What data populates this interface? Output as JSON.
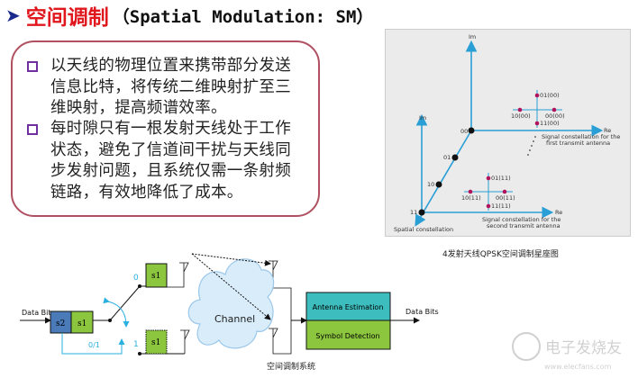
{
  "title": {
    "arrow": "➤",
    "cn": "空间调制",
    "en": "（Spatial Modulation: SM）"
  },
  "bullets": [
    "以天线的物理位置来携带部分发送信息比特，将传统二维映射扩至三维映射，提高频谱效率。",
    "每时隙只有一根发射天线处于工作状态，避免了信道间干扰与天线同步发射问题，且系统仅需一条射频链路，有效地降低了成本。"
  ],
  "constellation": {
    "im": "Im",
    "re": "Re",
    "spatial_points": [
      "00",
      "01",
      "10",
      "11"
    ],
    "first": [
      "01(00)",
      "10(00)",
      "00(00)",
      "11(00)"
    ],
    "second": [
      "01(11)",
      "10(11)",
      "00(11)",
      "11(11)"
    ],
    "first_label_1": "Signal constellation for the",
    "first_label_2": "first transmit antenna",
    "second_label_1": "Signal constellation for the",
    "second_label_2": "second transmit antenna",
    "spatial_label": "Spatial constellation",
    "caption": "4发射天线QPSK空间调制星座图"
  },
  "system": {
    "data_in": "Data Bits",
    "s2": "s2",
    "s1": "s1",
    "branch0": "0",
    "branch1": "1",
    "select": "0/1",
    "channel": "Channel",
    "antenna_estimation": "Antenna Estimation",
    "symbol_detection": "Symbol Detection",
    "data_out": "Data Bits",
    "caption": "空间调制系统"
  },
  "watermark": {
    "cn": "电子发烧友",
    "url": "www.elecfans.com"
  },
  "colors": {
    "title_red": "#e0181e",
    "axis_blue": "#2a9fd6",
    "point_red": "#b0135a",
    "teal": "#3dbdbd",
    "green": "#8cc63f",
    "s2_blue": "#4a7ab8"
  }
}
